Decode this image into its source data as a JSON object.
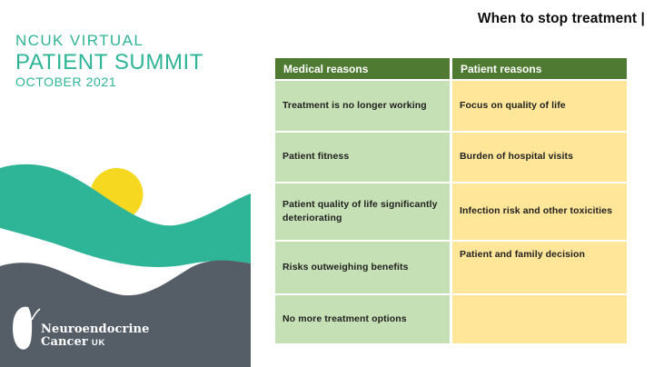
{
  "slide": {
    "title": "When to stop treatment |"
  },
  "brand": {
    "line1": "NCUK VIRTUAL",
    "line2": "PATIENT SUMMIT",
    "line3": "OCTOBER 2021"
  },
  "logo": {
    "org_line1": "Neuroendocrine",
    "org_line2": "Cancer",
    "suffix": "UK"
  },
  "table": {
    "headers": [
      "Medical reasons",
      "Patient reasons"
    ],
    "rows": [
      {
        "medical": "Treatment is no longer working",
        "patient": "Focus on quality of life"
      },
      {
        "medical": "Patient fitness",
        "patient": "Burden of hospital visits"
      },
      {
        "medical": "Patient quality of life significantly deteriorating",
        "patient": "Infection risk and other toxicities"
      },
      {
        "medical": "Risks outweighing benefits",
        "patient": "Patient and family decision"
      },
      {
        "medical": "No more treatment options",
        "patient": ""
      }
    ]
  },
  "colors": {
    "brand_teal": "#2eb496",
    "sun_yellow": "#f7d821",
    "hill_gray": "#555d66",
    "header_green": "#4e7b31",
    "cell_green": "#c5e0b4",
    "cell_yellow": "#ffe699"
  }
}
